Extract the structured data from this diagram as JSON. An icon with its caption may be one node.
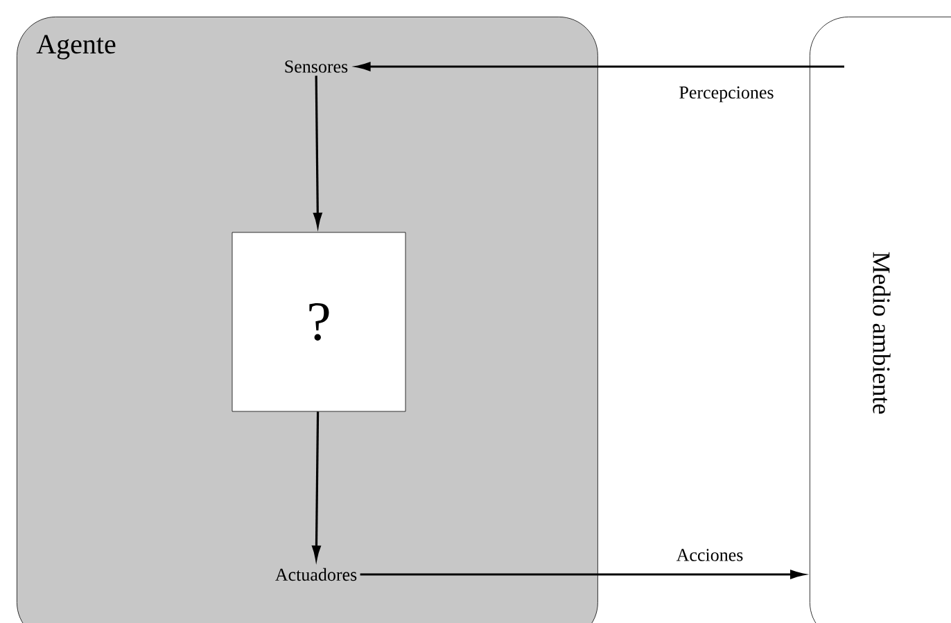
{
  "diagram": {
    "nodes": [
      {
        "text": [
          "Agente"
        ]
      },
      {
        "text": [
          "Sensores"
        ],
        "in": 0
      },
      {
        "text": [
          "?"
        ],
        "in": 0
      },
      {
        "text": [
          "Actuadores"
        ],
        "in": 0
      },
      {
        "text": [
          "Medio ambiente"
        ]
      }
    ],
    "edges": [
      {
        "from": 4,
        "to": 1,
        "arrow": "to",
        "label": "Percepciones"
      },
      {
        "from": 1,
        "to": 2,
        "arrow": "to"
      },
      {
        "from": 2,
        "to": 3,
        "arrow": "to"
      },
      {
        "from": 3,
        "to": 4,
        "arrow": "to",
        "label": "Acciones"
      }
    ]
  }
}
